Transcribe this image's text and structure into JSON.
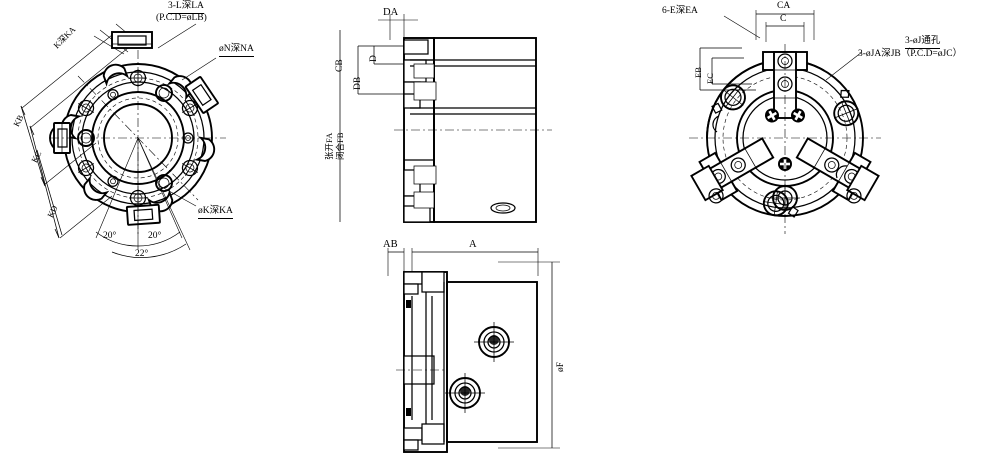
{
  "drawing": {
    "title": "3-jaw chuck orthographic engineering drawing",
    "line_color": "#000000",
    "background_color": "#ffffff"
  },
  "views": {
    "front_left": {
      "name": "front-view-left",
      "labels": {
        "bolt_hole": "K深KA",
        "pcd_holes": "3-L深LA",
        "pcd_note": "(P.C.D=øLB)",
        "pin_hole": "øN深NA",
        "counterbore": "øK深KA",
        "dim_kb": "KB",
        "dim_kc": "KC",
        "dim_kd": "KD",
        "angle_1": "20°",
        "angle_2": "20°",
        "angle_3": "22°"
      }
    },
    "side_top": {
      "name": "side-view-top",
      "labels": {
        "dim_da": "DA",
        "dim_d": "D",
        "dim_db": "DB",
        "dim_cb": "CB",
        "stroke_open": "张开FA",
        "stroke_closed": "闭合FB"
      }
    },
    "front_right": {
      "name": "front-view-right",
      "labels": {
        "jaw_screw": "6-E深EA",
        "dim_ca": "CA",
        "dim_c": "C",
        "dim_eb": "EB",
        "dim_ec": "EC",
        "through_hole": "3-øJ通孔",
        "tapped_hole": "3-øJA深JB（P.C.D=øJC）"
      }
    },
    "side_bottom": {
      "name": "side-view-bottom",
      "labels": {
        "dim_ab": "AB",
        "dim_a": "A",
        "dim_f": "øF"
      }
    }
  }
}
